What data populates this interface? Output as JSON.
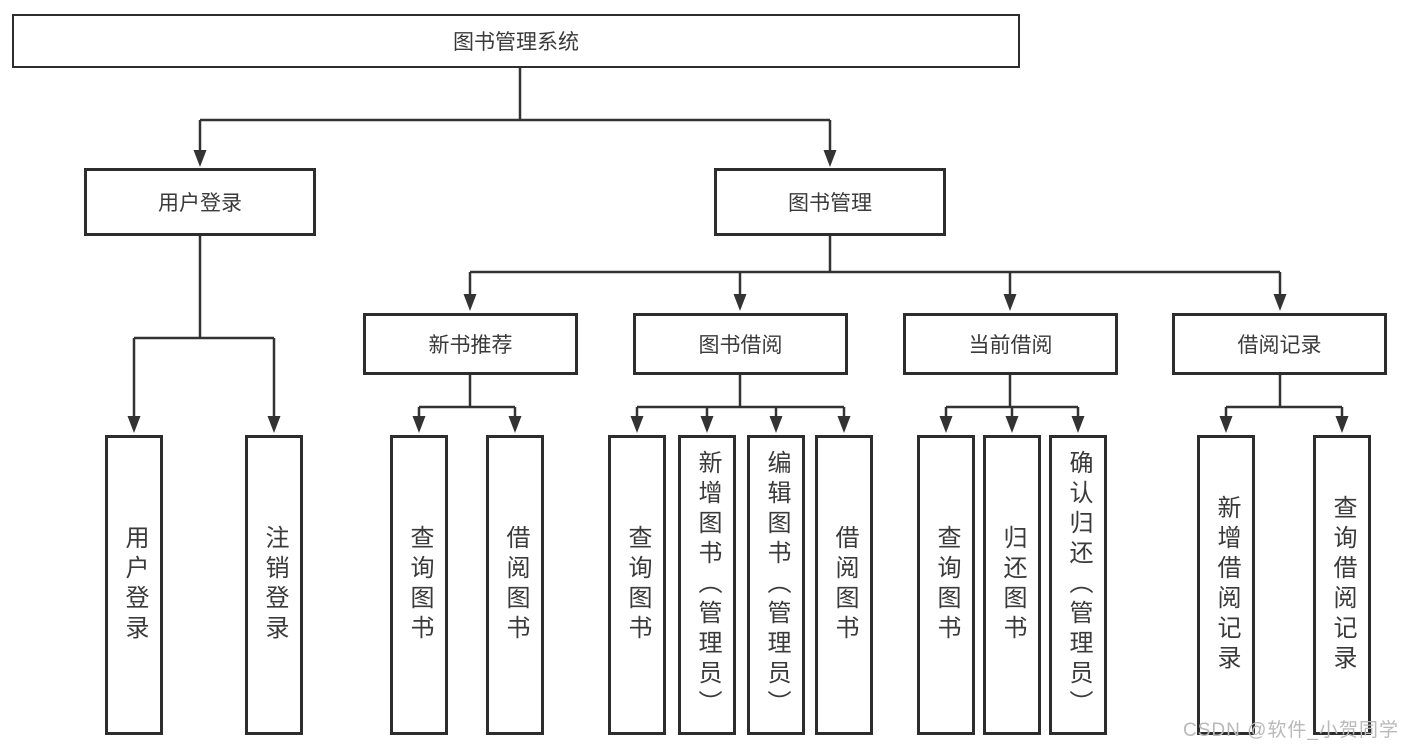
{
  "diagram": {
    "title": "图书管理系统",
    "branches": [
      {
        "label": "用户登录",
        "children": [
          {
            "label": "用户登录"
          },
          {
            "label": "注销登录"
          }
        ]
      },
      {
        "label": "图书管理",
        "children": [
          {
            "label": "新书推荐",
            "children": [
              {
                "label": "查询图书"
              },
              {
                "label": "借阅图书"
              }
            ]
          },
          {
            "label": "图书借阅",
            "children": [
              {
                "label": "查询图书"
              },
              {
                "label": "新增图书（管理员）"
              },
              {
                "label": "编辑图书（管理员）"
              },
              {
                "label": "借阅图书"
              }
            ]
          },
          {
            "label": "当前借阅",
            "children": [
              {
                "label": "查询图书"
              },
              {
                "label": "归还图书"
              },
              {
                "label": "确认归还（管理员）"
              }
            ]
          },
          {
            "label": "借阅记录",
            "children": [
              {
                "label": "新增借阅记录"
              },
              {
                "label": "查询借阅记录"
              }
            ]
          }
        ]
      }
    ]
  },
  "colors": {
    "line": "#333333",
    "border": "#2d2d2d",
    "text": "#3a3a3a",
    "watermark": "#b9b9b9"
  },
  "watermark": {
    "text": "CSDN @软件_小贺同学"
  }
}
